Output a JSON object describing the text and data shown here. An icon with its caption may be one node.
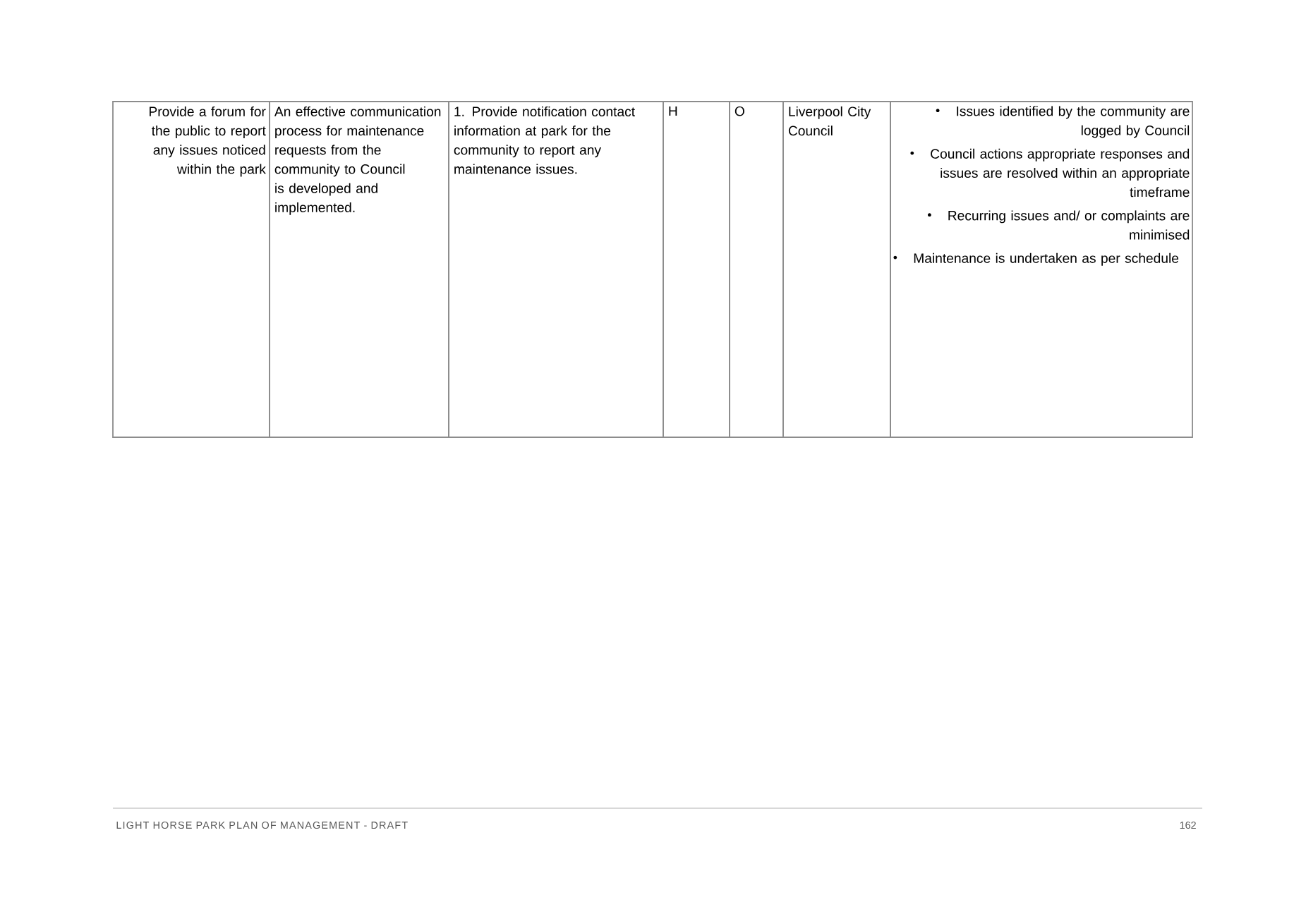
{
  "diagram": {
    "labels": [
      "Provide a forum for the public to report any issues noticed within the park",
      "An effective communication process for maintenance requests from the community to Council is developed and implemented.",
      "1. Provide notification contact information at park for the community to report any maintenance issues.",
      "H",
      "O",
      "Liverpool City Council",
      "Issues identified by the community are logged by Council",
      "Council actions appropriate responses and issues are resolved within an appropriate timeframe",
      "Recurring issues and/ or complaints are minimised",
      "Maintenance is undertaken as per schedule",
      "LIGHT HORSE PARK PLAN OF MANAGEMENT - DRAFT",
      "162"
    ]
  }
}
